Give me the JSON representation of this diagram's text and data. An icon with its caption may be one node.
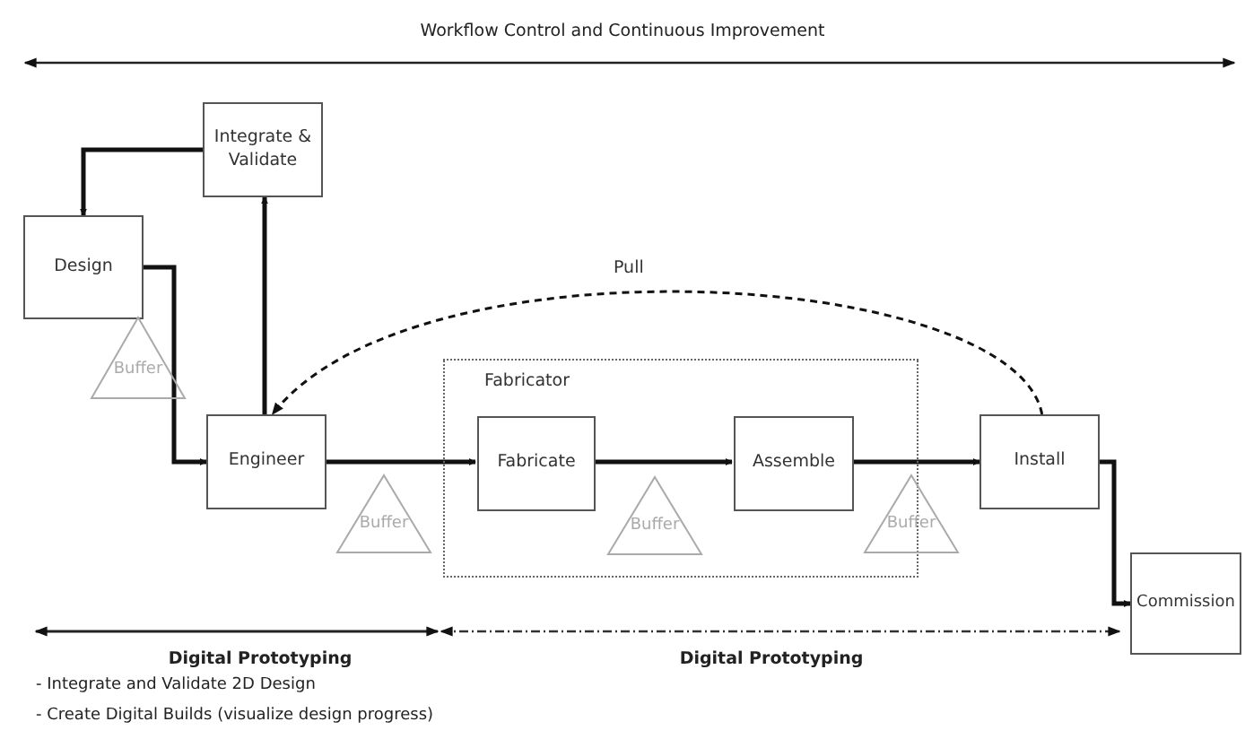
{
  "diagram": {
    "title": "Workflow Control and Continuous Improvement",
    "nodes": [
      {
        "text": [
          "Integrate & Validate"
        ]
      },
      {
        "text": [
          "Design"
        ]
      },
      {
        "text": [
          "Buffer"
        ]
      },
      {
        "text": [
          "Engineer"
        ]
      },
      {
        "text": [
          "Buffer"
        ]
      },
      {
        "text": [
          "Fabricator"
        ]
      },
      {
        "text": [
          "Fabricate"
        ],
        "in": 5
      },
      {
        "text": [
          "Buffer"
        ],
        "in": 5
      },
      {
        "text": [
          "Assemble"
        ],
        "in": 5
      },
      {
        "text": [
          "Buffer"
        ]
      },
      {
        "text": [
          "Install"
        ]
      },
      {
        "text": [
          "Commission"
        ]
      }
    ],
    "edges": [
      {
        "from": 0,
        "to": 1,
        "arrow": "to"
      },
      {
        "from": 3,
        "to": 0,
        "arrow": "to"
      },
      {
        "from": 1,
        "to": 3,
        "arrow": "to"
      },
      {
        "from": 3,
        "to": 6,
        "arrow": "to"
      },
      {
        "from": 6,
        "to": 8,
        "arrow": "to"
      },
      {
        "from": 8,
        "to": 10,
        "arrow": "to"
      },
      {
        "from": 10,
        "to": 11,
        "arrow": "to"
      },
      {
        "from": 10,
        "to": 3,
        "arrow": "to",
        "style": "dashed",
        "label": "Pull"
      }
    ],
    "labels": [
      "Digital Prototyping",
      "Digital Prototyping",
      "- Integrate and Validate 2D Design",
      "- Create Digital Builds (visualize design progress)"
    ]
  }
}
